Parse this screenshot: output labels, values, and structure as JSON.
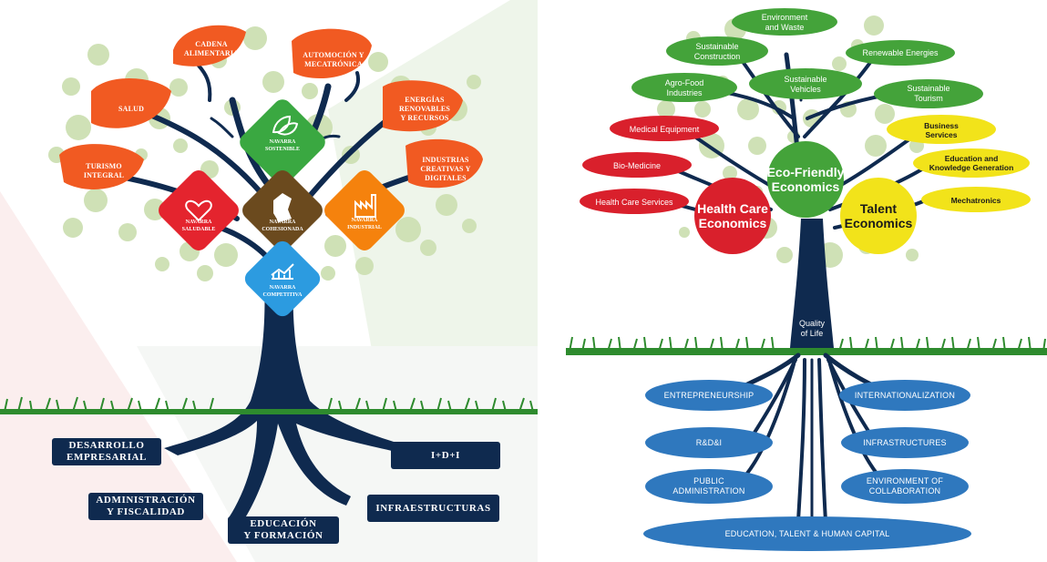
{
  "left_tree": {
    "leaves": {
      "cadena": "CADENA\nALIMENTARIA",
      "automocion": "AUTOMOCIÓN Y\nMECATRÓNICA",
      "salud": "SALUD",
      "energias": "ENERGÍAS\nRENOVABLES\nY RECURSOS",
      "turismo": "TURISMO\nINTEGRAL",
      "industrias": "INDUSTRIAS\nCREATIVAS Y\nDIGITALES"
    },
    "diamonds": {
      "sostenible": "NAVARRA\nSOSTENIBLE",
      "saludable": "NAVARRA\nSALUDABLE",
      "cohesionada": "NAVARRA\nCOHESIONADA",
      "industrial": "NAVARRA\nINDUSTRIAL",
      "competitiva": "NAVARRA\nCOMPETITIVA"
    },
    "roots": {
      "desarrollo": "DESARROLLO\nEMPRESARIAL",
      "idi": "I+D+I",
      "administracion": "ADMINISTRACIÓN\nY FISCALIDAD",
      "infraestructuras": "INFRAESTRUCTURAS",
      "educacion": "EDUCACIÓN\nY FORMACIÓN"
    }
  },
  "right_tree": {
    "green": {
      "environment": "Environment\nand Waste",
      "construction": "Sustainable\nConstruction",
      "renewable": "Renewable Energies",
      "agrofood": "Agro-Food\nIndustries",
      "vehicles": "Sustainable\nVehicles",
      "tourism": "Sustainable\nTourism"
    },
    "red": {
      "medical": "Medical Equipment",
      "biomedicine": "Bio-Medicine",
      "healthcare": "Health Care Services"
    },
    "yellow": {
      "business": "Business\nServices",
      "education": "Education and\nKnowledge Generation",
      "mechatronics": "Mechatronics"
    },
    "circles": {
      "health": "Health Care\nEconomics",
      "eco": "Eco-Friendly\nEconomics",
      "talent": "Talent\nEconomics"
    },
    "trunk_label": "Quality\nof Life",
    "roots": {
      "entrepreneurship": "ENTREPRENEURSHIP",
      "internationalization": "INTERNATIONALIZATION",
      "rdi": "R&D&I",
      "infrastructures": "INFRASTRUCTURES",
      "public": "PUBLIC\nADMINISTRATION",
      "collaboration": "ENVIRONMENT OF\nCOLLABORATION",
      "education": "EDUCATION, TALENT & HUMAN CAPITAL"
    }
  },
  "colors": {
    "navy": "#0f2a4f",
    "orange": "#f15a22",
    "red_diamond": "#e4242e",
    "brown": "#6b4a1e",
    "orange_diamond": "#f5820d",
    "green_diamond": "#3aa841",
    "blue_diamond": "#2c9be0",
    "right_green": "#44a33a",
    "right_red": "#d9202c",
    "right_yellow": "#f2e31a",
    "right_blue": "#2f78be",
    "light_green_dots": "#cfe1b6",
    "grass": "#2e8b2e"
  }
}
